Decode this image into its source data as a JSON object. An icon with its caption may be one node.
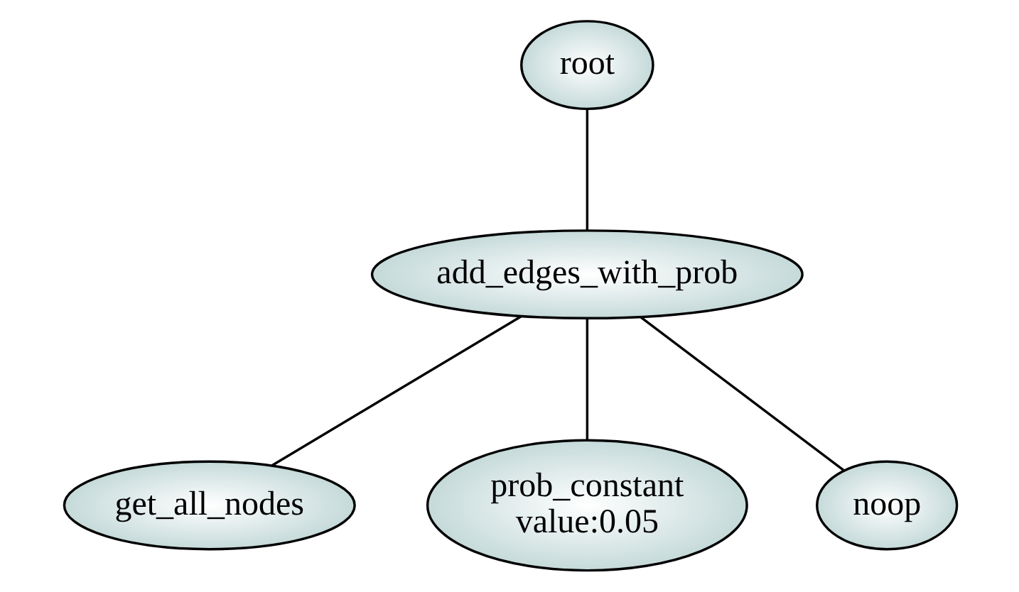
{
  "diagram": {
    "nodes": [
      {
        "text": [
          "root"
        ]
      },
      {
        "text": [
          "add_edges_with_prob"
        ]
      },
      {
        "text": [
          "get_all_nodes"
        ]
      },
      {
        "text": [
          "prob_constant",
          "value:0.05"
        ]
      },
      {
        "text": [
          "noop"
        ]
      }
    ],
    "edges": [
      {
        "from": 0,
        "to": 1,
        "arrow": "none"
      },
      {
        "from": 1,
        "to": 2,
        "arrow": "none"
      },
      {
        "from": 1,
        "to": 3,
        "arrow": "none"
      },
      {
        "from": 1,
        "to": 4,
        "arrow": "none"
      }
    ]
  }
}
